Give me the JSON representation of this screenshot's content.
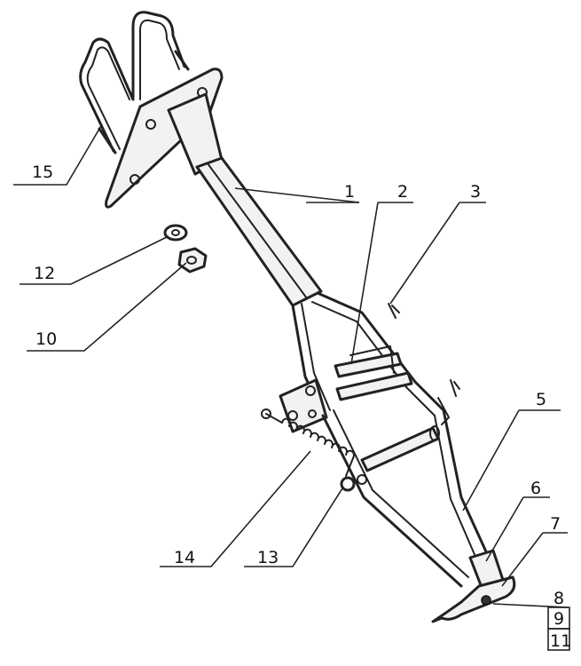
{
  "callouts": {
    "c1": "1",
    "c2": "2",
    "c3": "3",
    "c5": "5",
    "c6": "6",
    "c7": "7",
    "c8": "8",
    "c9": "9",
    "c10": "10",
    "c11": "11",
    "c12": "12",
    "c13": "13",
    "c14": "14",
    "c15": "15"
  }
}
